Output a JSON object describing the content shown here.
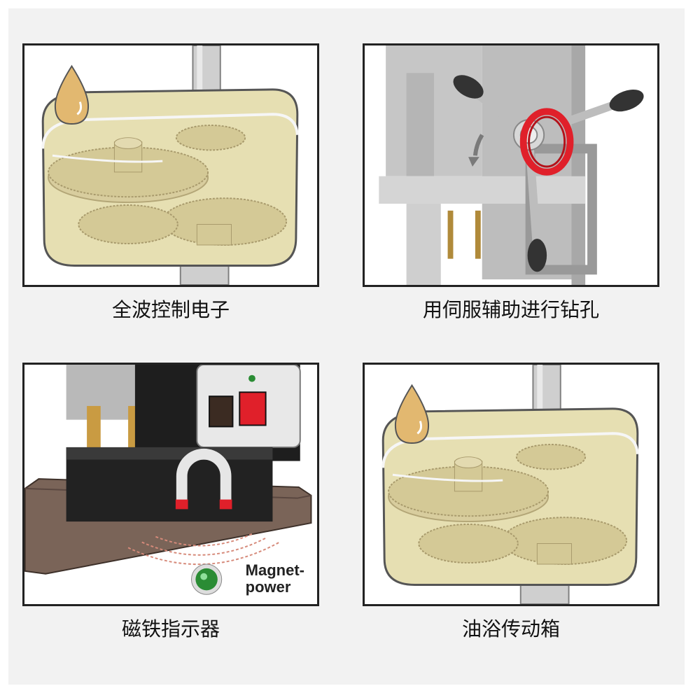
{
  "panels": [
    {
      "caption": "全波控制电子"
    },
    {
      "caption": "用伺服辅助进行钻孔"
    },
    {
      "caption": "磁铁指示器",
      "badge": {
        "line1": "Magnet-",
        "line2": "power"
      }
    },
    {
      "caption": "油浴传动箱"
    }
  ],
  "colors": {
    "oil": "#e4ddae",
    "gear": "#d2c898",
    "steel": "#c9c9c9",
    "machine_gray": "#9b9b9b",
    "accent_red": "#e0202a",
    "indicator_green": "#2a8c34",
    "base_brown": "#7a6458"
  }
}
